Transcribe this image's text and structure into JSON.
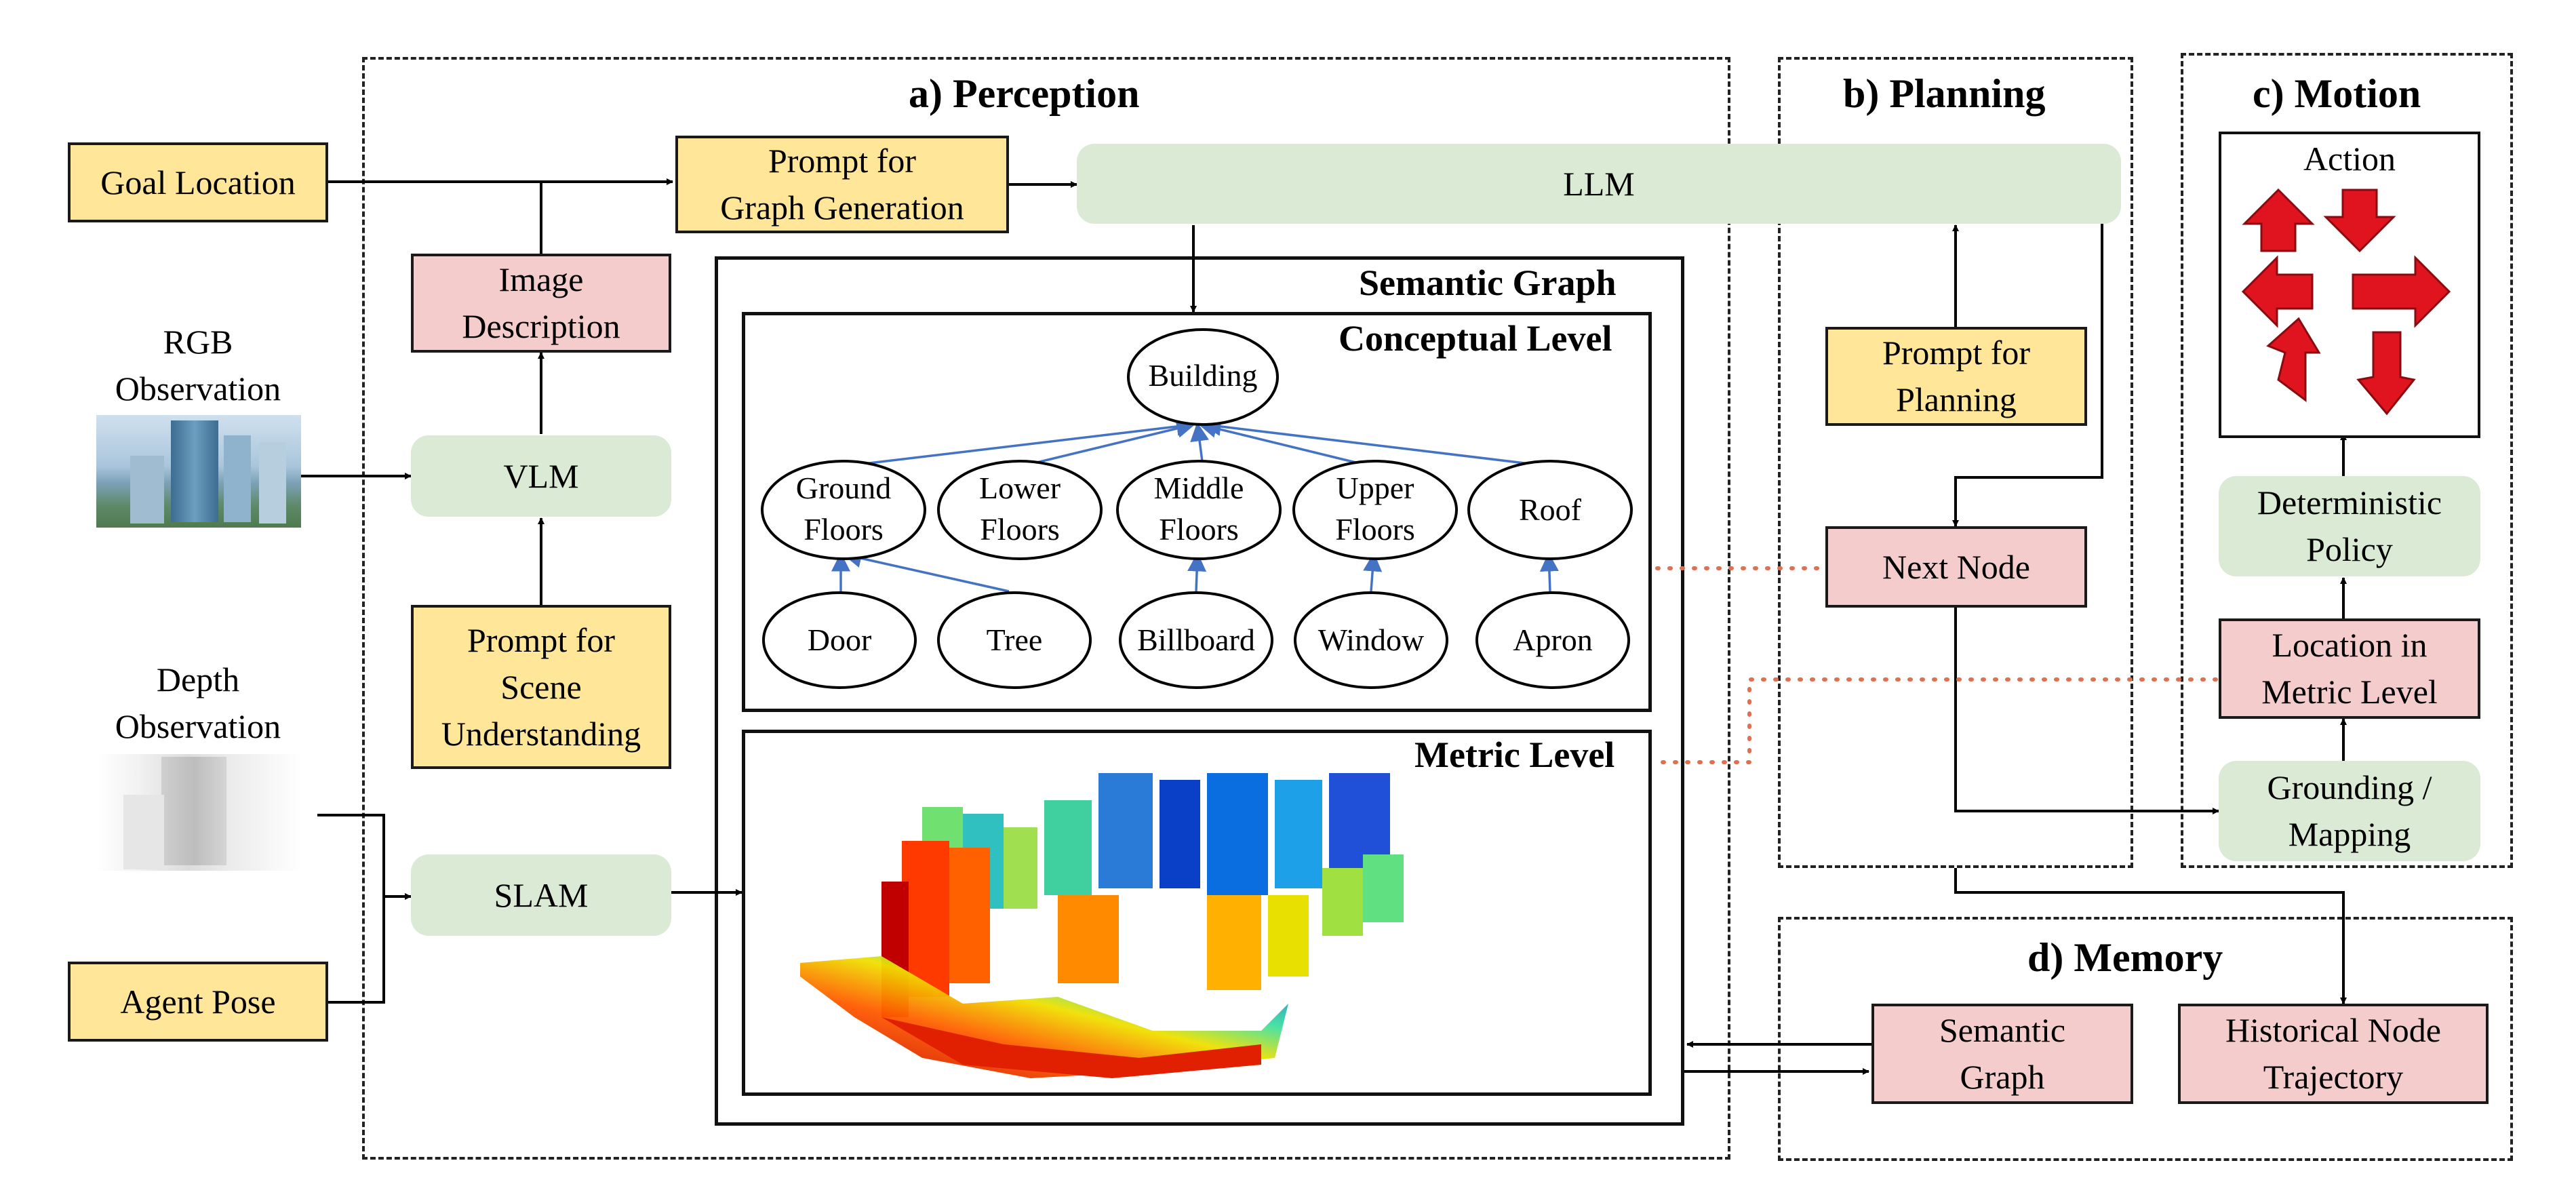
{
  "panels": {
    "perception": "a) Perception",
    "planning": "b) Planning",
    "motion": "c) Motion",
    "memory": "d) Memory"
  },
  "inputs": {
    "goal_location": "Goal Location",
    "rgb_observation": "RGB\nObservation",
    "depth_observation": "Depth\nObservation",
    "agent_pose": "Agent Pose"
  },
  "perception": {
    "image_description": "Image\nDescription",
    "vlm": "VLM",
    "prompt_scene": "Prompt for\nScene\nUnderstanding",
    "slam": "SLAM",
    "prompt_graph": "Prompt for\nGraph Generation",
    "llm": "LLM",
    "semantic_graph_title": "Semantic Graph",
    "conceptual_level_title": "Conceptual Level",
    "metric_level_title": "Metric Level"
  },
  "graph_nodes": {
    "building": "Building",
    "ground_floors": "Ground\nFloors",
    "lower_floors": "Lower\nFloors",
    "middle_floors": "Middle\nFloors",
    "upper_floors": "Upper\nFloors",
    "roof": "Roof",
    "door": "Door",
    "tree": "Tree",
    "billboard": "Billboard",
    "window": "Window",
    "apron": "Apron"
  },
  "planning": {
    "prompt_planning": "Prompt for\nPlanning",
    "next_node": "Next Node"
  },
  "motion": {
    "action": "Action",
    "deterministic_policy": "Deterministic\nPolicy",
    "location_metric": "Location in\nMetric Level",
    "grounding_mapping": "Grounding /\nMapping"
  },
  "memory": {
    "semantic_graph": "Semantic\nGraph",
    "historical_trajectory": "Historical Node\nTrajectory"
  },
  "colors": {
    "prompt_fill": "#ffe699",
    "module_fill": "#dbead4",
    "state_fill": "#f4cccc",
    "edge_blue": "#4472c4",
    "dotted_link": "#e07050",
    "action_arrow": "#e0141e"
  }
}
